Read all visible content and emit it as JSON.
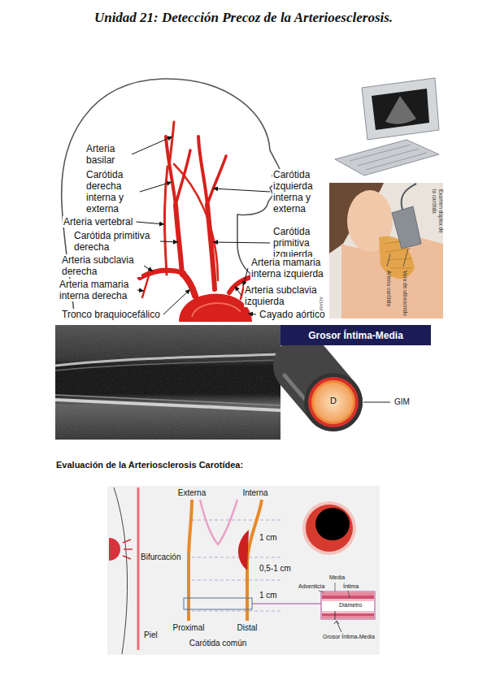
{
  "diagram": {
    "title": "Unidad 21: Detección Precoz de la Arterioesclerosis.",
    "nodes": [
      {
        "text": [
          "Grosor Íntima-Media"
        ]
      }
    ],
    "labels": [
      "Arteria basilar",
      "Carótida derecha interna y externa",
      "Arteria vertebral",
      "Carótida primitiva derecha",
      "Arteria subclavia derecha",
      "Arteria mamaria interna derecha",
      "Tronco braquiocefálico",
      "Carótida izquierda interna y externa",
      "Carótida primitiva izquierda",
      "Arteria mamaria interna izquierda",
      "Arteria subclavia izquierda",
      "Cayado aórtico",
      "ADAM",
      "Examen dúplex de la carótida",
      "Vara de ultrasonido",
      "Arteria carótida",
      "D",
      "GIM",
      "Evaluación de la Arteriosclerosis Carotídea:",
      "Externa",
      "Interna",
      "1 cm",
      "Bifurcación",
      "0,5-1 cm",
      "1 cm",
      "Media",
      "Adventicia",
      "Íntima",
      "Diámetro",
      "Proximal",
      "Distal",
      "Carótida común",
      "Piel",
      "Grosor Íntima-Media"
    ]
  }
}
